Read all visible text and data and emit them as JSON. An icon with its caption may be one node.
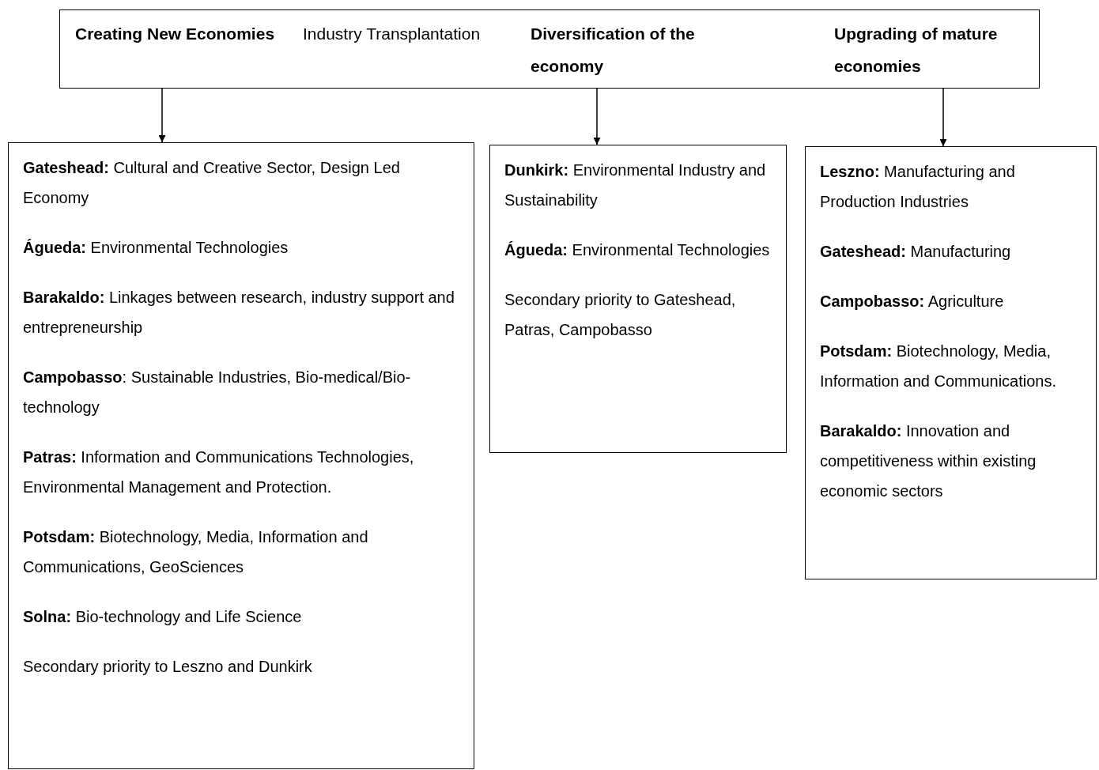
{
  "diagram": {
    "nodes": [
      {
        "text": [
          "Creating New Economies",
          "Industry Transplantation",
          "Diversification of the economy",
          "Upgrading of mature economies"
        ]
      },
      {
        "text": [
          "**Gateshead:** Cultural and Creative Sector, Design Led Economy",
          "**Águeda:** Environmental Technologies",
          "**Barakaldo:** Linkages between research, industry support and entrepreneurship",
          "**Campobasso**: Sustainable Industries, Bio-medical/Bio-technology",
          "**Patras:** Information and Communications Technologies, Environmental Management and Protection.",
          "**Potsdam:** Biotechnology, Media, Information and Communications, GeoSciences",
          "**Solna:** Bio-technology and Life Science",
          "Secondary priority to Leszno and Dunkirk"
        ]
      },
      {
        "text": [
          "**Dunkirk:** Environmental Industry and Sustainability",
          "**Águeda:** Environmental Technologies",
          "Secondary priority to Gateshead, Patras, Campobasso"
        ]
      },
      {
        "text": [
          "**Leszno:** Manufacturing and Production Industries",
          "**Gateshead:** Manufacturing",
          "**Campobasso:** Agriculture",
          "**Potsdam:** Biotechnology, Media, Information and Communications.",
          "**Barakaldo:** Innovation and competitiveness within existing economic sectors"
        ]
      }
    ],
    "edges": [
      {
        "from": 0,
        "to": 1,
        "arrow": "to"
      },
      {
        "from": 0,
        "to": 2,
        "arrow": "to"
      },
      {
        "from": 0,
        "to": 3,
        "arrow": "to"
      }
    ]
  }
}
